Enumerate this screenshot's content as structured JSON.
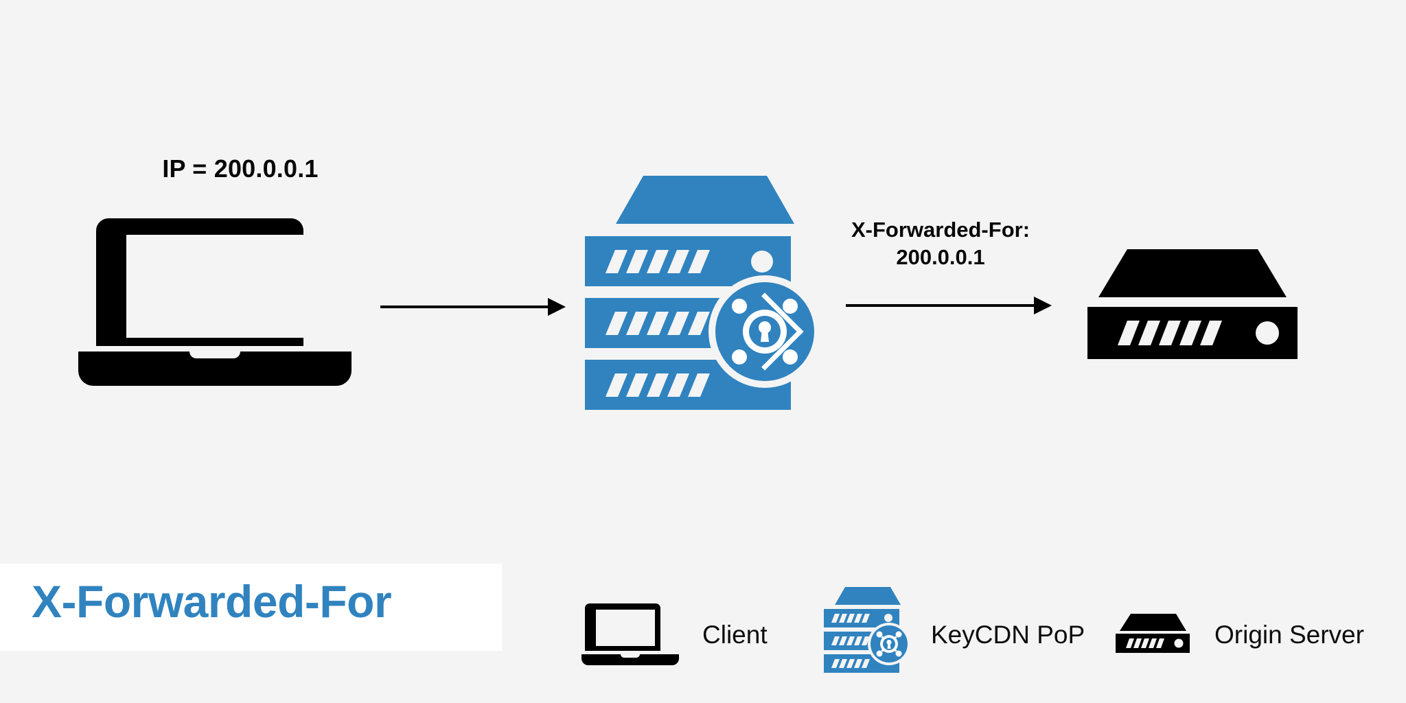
{
  "page": {
    "background_color": "#f4f4f4",
    "accent_color": "#3083bf",
    "ink_color": "#000000"
  },
  "diagram": {
    "client": {
      "icon": "laptop-icon",
      "ip_label": "IP = 200.0.0.1"
    },
    "arrow_client_to_pop": {
      "icon": "arrow-right-icon",
      "label": ""
    },
    "pop": {
      "icon": "server-stack-secure-icon"
    },
    "arrow_pop_to_origin": {
      "icon": "arrow-right-icon",
      "label_line_1": "X-Forwarded-For:",
      "label_line_2": "200.0.0.1"
    },
    "origin": {
      "icon": "server-unit-icon"
    }
  },
  "title": {
    "text": "X-Forwarded-For",
    "banner_color": "#ffffff",
    "text_color": "#3083bf"
  },
  "legend": {
    "items": [
      {
        "icon": "laptop-icon",
        "label": "Client"
      },
      {
        "icon": "server-stack-secure-icon",
        "label": "KeyCDN PoP"
      },
      {
        "icon": "server-unit-icon",
        "label": "Origin Server"
      }
    ]
  }
}
